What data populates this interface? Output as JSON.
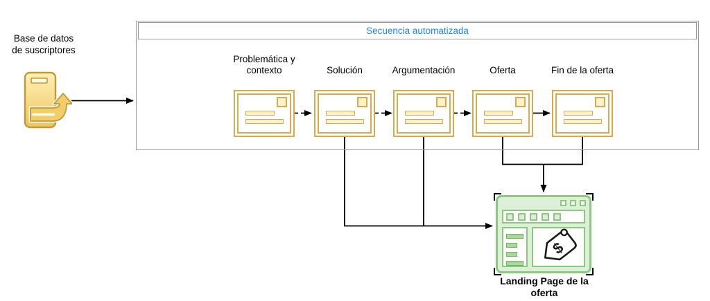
{
  "colors": {
    "container_border": "#999999",
    "title_color": "#1A86F5",
    "email_stroke": "#D9A94A",
    "email_fill": "#FFF2CC",
    "green_stroke": "#8CC97E",
    "green_fill": "#DCEFD8",
    "green_bar_fill": "#A9D998",
    "green_bar_stroke": "#74B462",
    "db_stroke": "#C19A37",
    "db_fill_light": "#FFF0B2",
    "db_fill_dark": "#EDC45C",
    "arrow_color": "#000000"
  },
  "database": {
    "icon": "subscriber-database-icon",
    "label_line1": "Base de datos",
    "label_line2": "de suscriptores"
  },
  "sequence": {
    "title": "Secuencia automatizada",
    "emails": [
      {
        "label": "Problemática y contexto",
        "icon": "envelope-icon"
      },
      {
        "label": "Solución",
        "icon": "envelope-icon"
      },
      {
        "label": "Argumentación",
        "icon": "envelope-icon"
      },
      {
        "label": "Oferta",
        "icon": "envelope-icon"
      },
      {
        "label": "Fin de la oferta",
        "icon": "envelope-icon"
      }
    ]
  },
  "landing": {
    "icon": "browser-window-icon",
    "tag_icon": "price-tag-icon",
    "tag_symbol": "$",
    "label_line1": "Landing Page de la",
    "label_line2": "oferta"
  }
}
